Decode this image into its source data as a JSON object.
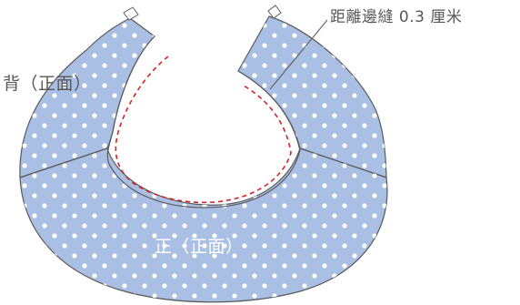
{
  "labels": {
    "back": "背（正面）",
    "front": "正（正面）",
    "seam_allowance": "距離邊縫 0.3 厘米"
  },
  "colors": {
    "fabric": "#a9bfe3",
    "dots": "#ffffff",
    "outline": "#5a5a5a",
    "stitch_line": "#d2232a",
    "text": "#595757"
  },
  "icons": {
    "seam_marker": "seam-allowance-dashed-line",
    "collar_tip": "folded-tip"
  }
}
